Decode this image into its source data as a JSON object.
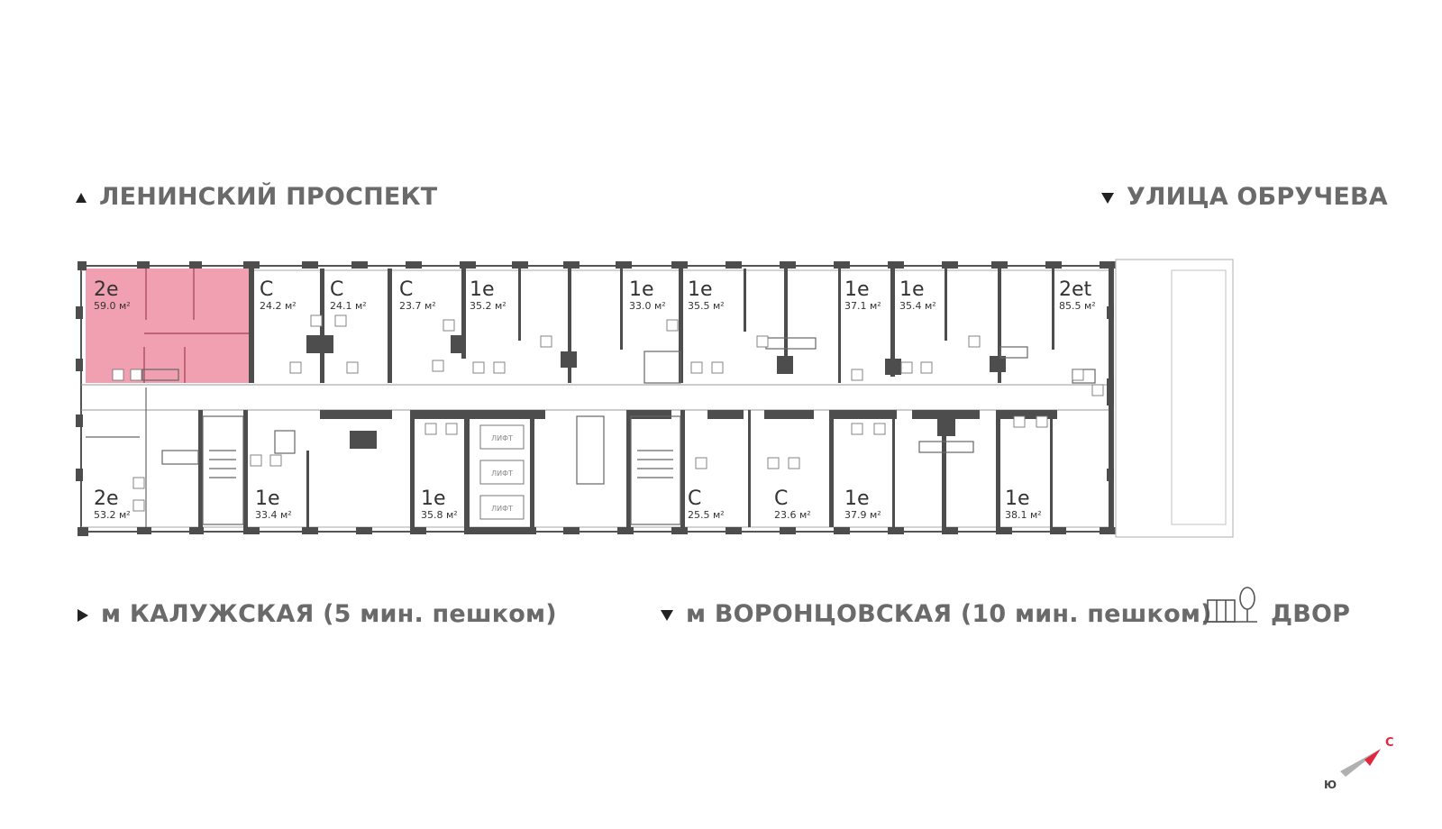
{
  "streets": {
    "top_left": "ЛЕНИНСКИЙ ПРОСПЕКТ",
    "top_right": "УЛИЦА ОБРУЧЕВА",
    "metro_1": "м КАЛУЖСКАЯ (5 мин. пешком)",
    "metro_2": "м ВОРОНЦОВСКАЯ  (10 мин. пешком)",
    "yard": "ДВОР"
  },
  "compass": {
    "north": "С",
    "south": "Ю"
  },
  "colors": {
    "highlight": "#f0a0b0",
    "wall": "#4d4d4d",
    "accent": "#e0283c"
  },
  "lift_label": "ЛИФТ",
  "units_top": [
    {
      "type": "2e",
      "area": "59.0 м²",
      "selected": true
    },
    {
      "type": "С",
      "area": "24.2 м²"
    },
    {
      "type": "С",
      "area": "24.1 м²"
    },
    {
      "type": "С",
      "area": "23.7 м²"
    },
    {
      "type": "1e",
      "area": "35.2 м²"
    },
    {
      "type": "1e",
      "area": "33.0 м²"
    },
    {
      "type": "1e",
      "area": "35.5 м²"
    },
    {
      "type": "1e",
      "area": "37.1 м²"
    },
    {
      "type": "1e",
      "area": "35.4 м²"
    },
    {
      "type": "2et",
      "area": "85.5 м²"
    }
  ],
  "units_bottom": [
    {
      "type": "2e",
      "area": "53.2 м²"
    },
    {
      "type": "1e",
      "area": "33.4 м²"
    },
    {
      "type": "1e",
      "area": "35.8 м²"
    },
    {
      "type": "С",
      "area": "25.5 м²"
    },
    {
      "type": "С",
      "area": "23.6 м²"
    },
    {
      "type": "1e",
      "area": "37.9 м²"
    },
    {
      "type": "1e",
      "area": "38.1 м²"
    }
  ]
}
